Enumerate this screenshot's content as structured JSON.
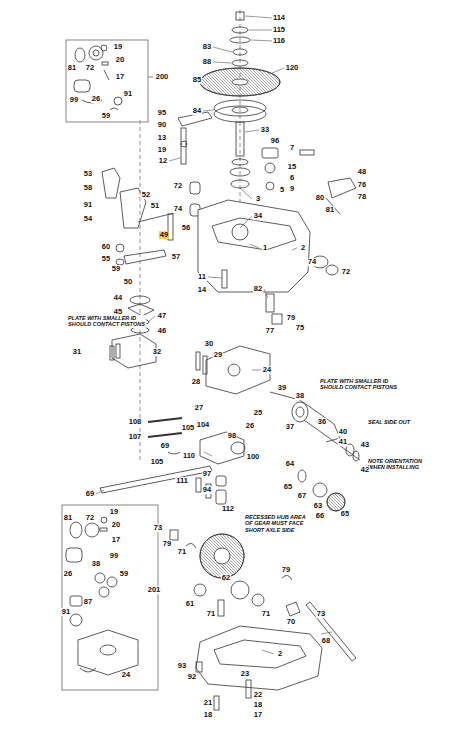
{
  "diagram": {
    "labels": [
      "114",
      "115",
      "116",
      "83",
      "88",
      "120",
      "85",
      "84",
      "95",
      "90",
      "96",
      "33",
      "13",
      "19",
      "12",
      "7",
      "15",
      "6",
      "5",
      "9",
      "3",
      "34",
      "53",
      "58",
      "52",
      "91",
      "51",
      "54",
      "72",
      "74",
      "56",
      "49",
      "60",
      "55",
      "59",
      "57",
      "50",
      "1",
      "2",
      "74",
      "72",
      "11",
      "14",
      "82",
      "48",
      "76",
      "80",
      "81",
      "78",
      "19",
      "81",
      "72",
      "20",
      "17",
      "200",
      "26",
      "99",
      "91",
      "59",
      "44",
      "45",
      "47",
      "46",
      "31",
      "32",
      "30",
      "29",
      "24",
      "28",
      "77",
      "79",
      "75",
      "PLATE WITH SMALLER ID SHOULD CONTACT PISTONS",
      "PLATE WITH SMALLER ID SHOULD CONTACT PISTONS",
      "SEAL SIDE OUT",
      "NOTE ORIENTATION WHEN INSTALLING",
      "39",
      "38",
      "36",
      "37",
      "40",
      "41",
      "43",
      "42",
      "64",
      "65",
      "67",
      "63",
      "66",
      "65",
      "27",
      "25",
      "104",
      "98",
      "26",
      "100",
      "97",
      "94",
      "110",
      "108",
      "107",
      "105",
      "69",
      "105",
      "111",
      "112",
      "69",
      "73",
      "79",
      "71",
      "RECESSED HUB AREA OF GEAR MUST FACE SHORT AXLE SIDE",
      "62",
      "61",
      "71",
      "79",
      "71",
      "70",
      "73",
      "68",
      "2",
      "93",
      "92",
      "23",
      "22",
      "18",
      "17",
      "21",
      "18",
      "19",
      "81",
      "72",
      "20",
      "17",
      "26",
      "38",
      "99",
      "59",
      "201",
      "87",
      "91",
      "24"
    ]
  }
}
